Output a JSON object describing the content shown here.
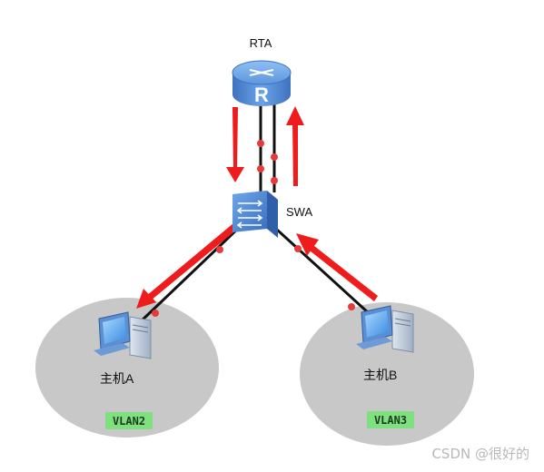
{
  "nodes": {
    "router": {
      "label": "RTA",
      "icon": "router-icon",
      "glyph": "R",
      "color": "#4f86d2"
    },
    "switch": {
      "label": "SWA",
      "icon": "switch-icon",
      "color": "#4c84d4"
    },
    "host_a": {
      "label": "主机A",
      "icon": "pc-icon",
      "vlan": "VLAN2"
    },
    "host_b": {
      "label": "主机B",
      "icon": "pc-icon",
      "vlan": "VLAN3"
    }
  },
  "colors": {
    "link": "#111111",
    "port_dot": "#e83a3a",
    "arrow": "#ee1c1c",
    "zone": "#c8c8c8",
    "vlan_badge": "#7ee07e"
  },
  "watermark": "CSDN @很好的"
}
